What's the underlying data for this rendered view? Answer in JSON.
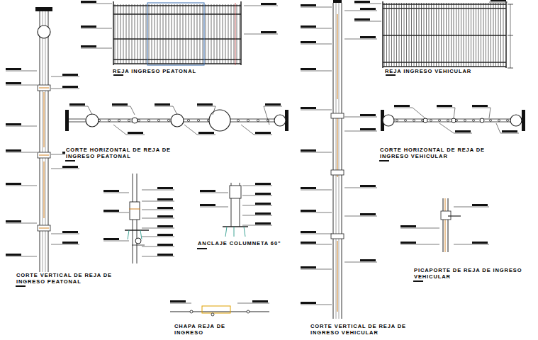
{
  "diagram": {
    "labels": [
      "REJA INGRESO PEATONAL",
      "REJA INGRESO VEHICULAR",
      "CORTE HORIZONTAL DE REJA DE INGRESO PEATONAL",
      "CORTE HORIZONTAL DE REJA DE INGRESO VEHICULAR",
      "ANCLAJE COLUMNETA 60\"",
      "CORTE VERTICAL DE REJA DE INGRESO PEATONAL",
      "PICAPORTE DE REJA DE INGRESO VEHICULAR",
      "CHAPA REJA DE INGRESO",
      "CORTE VERTICAL DE REJA DE INGRESO VEHICULAR"
    ]
  }
}
